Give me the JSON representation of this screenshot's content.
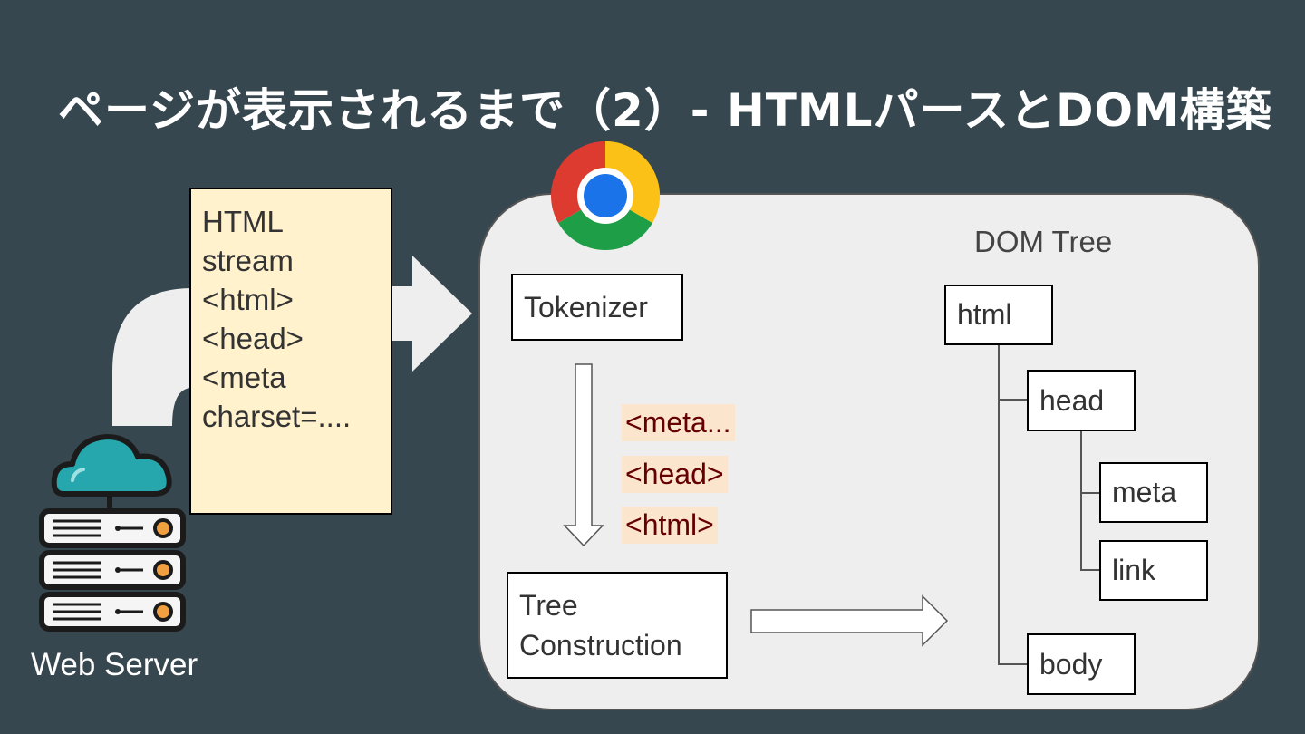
{
  "title": "ページが表示されるまで（2）- HTMLパースとDOM構築",
  "stream": {
    "lines": [
      "HTML",
      "stream",
      "",
      "<html>",
      "<head>",
      "<meta",
      "charset=...."
    ]
  },
  "server": {
    "label": "Web Server",
    "icon": "server-cloud-icon"
  },
  "browser": {
    "icon": "chrome-icon"
  },
  "pipeline": {
    "tokenizer": "Tokenizer",
    "tree_construction": "Tree\nConstruction",
    "tokens": [
      "<meta...",
      "<head>",
      "<html>"
    ]
  },
  "dom": {
    "title": "DOM Tree",
    "nodes": {
      "html": "html",
      "head": "head",
      "meta": "meta",
      "link": "link",
      "body": "body"
    }
  },
  "colors": {
    "background": "#37474f",
    "stream_fill": "#fff2cc",
    "panel_fill": "#eeeeee",
    "token_fill": "#fce5cd",
    "token_text": "#660000"
  }
}
